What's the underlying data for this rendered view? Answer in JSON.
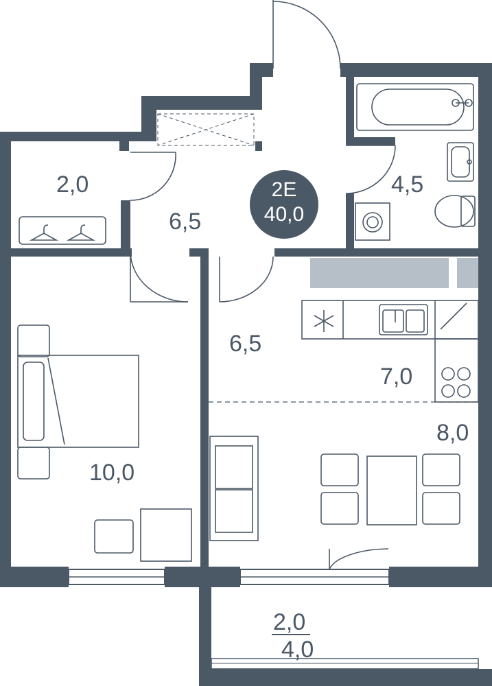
{
  "apartment": {
    "type": "2E",
    "total_area": "40,0"
  },
  "rooms": {
    "wardrobe": "2,0",
    "hall": "6,5",
    "bathroom": "4,5",
    "corridor": "6,5",
    "kitchen": "7,0",
    "living": "8,0",
    "bedroom": "10,0",
    "balcony_top": "2,0",
    "balcony_bottom": "4,0"
  },
  "colors": {
    "wall": "#4b5866",
    "line": "#4b5866",
    "glass": "#b6bfc8",
    "background": "#ffffff"
  }
}
